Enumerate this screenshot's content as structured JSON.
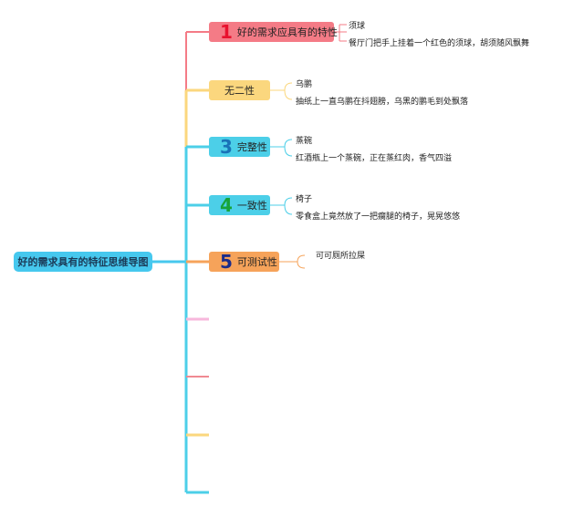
{
  "root": {
    "label": "好的需求具有的特征思维导图"
  },
  "branches": [
    {
      "number": "1",
      "label": "好的需求应具有的特性",
      "leaves": [
        "须球",
        "餐厅门把手上挂着一个红色的须球，胡须随风飘舞"
      ]
    },
    {
      "number": "",
      "label": "无二性",
      "leaves": [
        "乌鹏",
        "抽纸上一直乌鹏在抖翅膀，乌黑的鹏毛到处飘落"
      ]
    },
    {
      "number": "3",
      "label": "完整性",
      "leaves": [
        "蒸碗",
        "红酒瓶上一个蒸碗，正在蒸红肉，香气四溢"
      ]
    },
    {
      "number": "4",
      "label": "一致性",
      "leaves": [
        "椅子",
        "零食盒上竟然放了一把瘸腿的椅子，晃晃悠悠"
      ]
    },
    {
      "number": "5",
      "label": "可测试性",
      "leaves": [
        "可可厕所拉屎"
      ]
    }
  ],
  "colors": {
    "root": "#46c8ee",
    "branch1": "#f47b86",
    "branch2": "#fbd77e",
    "branch3": "#4ccfe8",
    "branch4": "#4ccfe8",
    "branch5": "#f6a35a",
    "empty_pink": "#f7b7dc",
    "empty_red": "#f08a92",
    "empty_yellow": "#fbd77e"
  }
}
